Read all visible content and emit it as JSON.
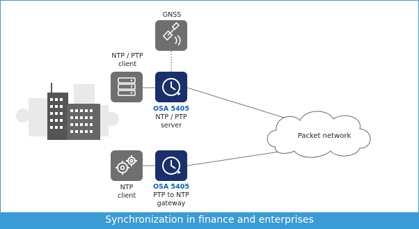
{
  "gnss": {
    "label": "GNSS"
  },
  "ntp_ptp_client": {
    "label_line1": "NTP / PTP",
    "label_line2": "client"
  },
  "server": {
    "product": "OSA 5405",
    "line1": "NTP / PTP",
    "line2": "server"
  },
  "cloud": {
    "label": "Packet network"
  },
  "ntp_client": {
    "label_line1": "NTP",
    "label_line2": "client"
  },
  "gateway": {
    "product": "OSA 5405",
    "line1": "PTP to NTP",
    "line2": "gateway"
  },
  "caption": "Synchronization in finance and enterprises",
  "colors": {
    "accent_blue": "#3b9bd6",
    "product_blue": "#0f63b6",
    "device_tile": "#1a2f6b",
    "grey_tile": "#6f6f6f"
  }
}
